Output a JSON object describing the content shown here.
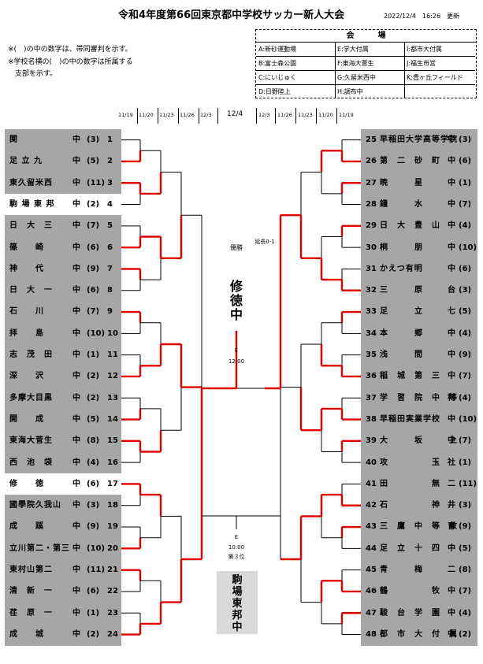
{
  "header": {
    "title": "令和4年度第66回東京都中学校サッカー新人大会",
    "updated": "2022/12/4　16:26　更新"
  },
  "notes": [
    "※(　)の中の数字は、帯同審判を示す。",
    "※学校名横の(　)の中の数字は所属する",
    "　支部を示す。"
  ],
  "venues": {
    "heading": "会　　　場",
    "items": [
      "A:新砂運動場",
      "E:学大付属",
      "I:都市大付属",
      "B:富士森公園",
      "F:東海大菅生",
      "J:福生市営",
      "C:にいじゅく",
      "G:久留米西中",
      "K:豊ヶ丘フィールド",
      "D:日野陸上",
      "H:調布中"
    ]
  },
  "dates": {
    "left": [
      "11/19",
      "11/20",
      "11/23",
      "11/26",
      "12/3"
    ],
    "center": "12/4",
    "right": [
      "12/3",
      "11/26",
      "11/23",
      "11/20",
      "11/19"
    ]
  },
  "left_teams": [
    {
      "no": "1",
      "name": "関",
      "branch": "中",
      "seed": "(3)"
    },
    {
      "no": "2",
      "name": "足 立 九",
      "branch": "中",
      "seed": "(5)"
    },
    {
      "no": "3",
      "name": "東久留米西",
      "branch": "中",
      "seed": "(11)"
    },
    {
      "no": "4",
      "name": "駒 場 東 邦",
      "branch": "中",
      "seed": "(2)"
    },
    {
      "no": "5",
      "name": "日　大　三",
      "branch": "中",
      "seed": "(7)"
    },
    {
      "no": "6",
      "name": "篠　　崎",
      "branch": "中",
      "seed": "(6)"
    },
    {
      "no": "7",
      "name": "神　　代",
      "branch": "中",
      "seed": "(9)"
    },
    {
      "no": "8",
      "name": "日　大　一",
      "branch": "中",
      "seed": "(6)"
    },
    {
      "no": "9",
      "name": "石　　川",
      "branch": "中",
      "seed": "(7)"
    },
    {
      "no": "10",
      "name": "拝　　島",
      "branch": "中",
      "seed": "(10)"
    },
    {
      "no": "11",
      "name": "志　茂　田",
      "branch": "中",
      "seed": "(1)"
    },
    {
      "no": "12",
      "name": "深　　沢",
      "branch": "中",
      "seed": "(2)"
    },
    {
      "no": "13",
      "name": "多摩大目黒",
      "branch": "中",
      "seed": "(2)"
    },
    {
      "no": "14",
      "name": "開　　成",
      "branch": "中",
      "seed": "(5)"
    },
    {
      "no": "15",
      "name": "東海大菅生",
      "branch": "中",
      "seed": "(8)"
    },
    {
      "no": "16",
      "name": "西　池　袋",
      "branch": "中",
      "seed": "(4)"
    },
    {
      "no": "17",
      "name": "修　　徳",
      "branch": "中",
      "seed": "(6)"
    },
    {
      "no": "18",
      "name": "國學院久我山",
      "branch": "中",
      "seed": "(3)"
    },
    {
      "no": "19",
      "name": "成　　蹊",
      "branch": "中",
      "seed": "(9)"
    },
    {
      "no": "20",
      "name": "立川第二・第三",
      "branch": "中",
      "seed": "(10)"
    },
    {
      "no": "21",
      "name": "東村山第二",
      "branch": "中",
      "seed": "(11)"
    },
    {
      "no": "22",
      "name": "清　新　一",
      "branch": "中",
      "seed": "(6)"
    },
    {
      "no": "23",
      "name": "荏　原　一",
      "branch": "中",
      "seed": "(1)"
    },
    {
      "no": "24",
      "name": "成　　城",
      "branch": "中",
      "seed": "(2)"
    }
  ],
  "right_teams": [
    {
      "no": "25",
      "name": "早稲田大学高等学院",
      "branch": "中",
      "seed": "(3)"
    },
    {
      "no": "26",
      "name": "第　二　砂　町",
      "branch": "中",
      "seed": "(6)"
    },
    {
      "no": "27",
      "name": "暁　　　星",
      "branch": "中",
      "seed": "(1)"
    },
    {
      "no": "28",
      "name": "鐘　　　水",
      "branch": "中",
      "seed": "(7)"
    },
    {
      "no": "29",
      "name": "日　大　豊　山",
      "branch": "中",
      "seed": "(4)"
    },
    {
      "no": "30",
      "name": "桐　　　朋",
      "branch": "中",
      "seed": "(10)"
    },
    {
      "no": "31",
      "name": "かえつ有明",
      "branch": "中",
      "seed": "(6)"
    },
    {
      "no": "32",
      "name": "三　　　原",
      "branch": "台",
      "seed": "(3)"
    },
    {
      "no": "33",
      "name": "足　　　立",
      "branch": "七",
      "seed": "(5)"
    },
    {
      "no": "34",
      "name": "本　　　郷",
      "branch": "中",
      "seed": "(4)"
    },
    {
      "no": "35",
      "name": "浅　　　間",
      "branch": "中",
      "seed": "(9)"
    },
    {
      "no": "36",
      "name": "稲　城　第　三",
      "branch": "中",
      "seed": "(7)"
    },
    {
      "no": "37",
      "name": "学　習　院　中　等",
      "branch": "科",
      "seed": "(4)"
    },
    {
      "no": "38",
      "name": "早稲田実業学校",
      "branch": "中",
      "seed": "(10)"
    },
    {
      "no": "39",
      "name": "大　　　坂　　　上",
      "branch": "中",
      "seed": "(7)"
    },
    {
      "no": "40",
      "name": "攻　　　　　玉",
      "branch": "社",
      "seed": "(1)"
    },
    {
      "no": "41",
      "name": "田　　　　　無",
      "branch": "二",
      "seed": "(11)"
    },
    {
      "no": "42",
      "name": "石　　　　　神",
      "branch": "井",
      "seed": "(3)"
    },
    {
      "no": "43",
      "name": "三　鷹　中　等　教",
      "branch": "育",
      "seed": "(9)"
    },
    {
      "no": "44",
      "name": "足　立　十　四",
      "branch": "中",
      "seed": "(5)"
    },
    {
      "no": "45",
      "name": "青　　　梅",
      "branch": "二",
      "seed": "(8)"
    },
    {
      "no": "46",
      "name": "鶴　　　　　牧",
      "branch": "中",
      "seed": "(7)"
    },
    {
      "no": "47",
      "name": "駿　台　学　園",
      "branch": "中",
      "seed": "(4)"
    },
    {
      "no": "48",
      "name": "都　市　大　付　属",
      "branch": "中",
      "seed": "(2)"
    }
  ],
  "center": {
    "champion_label": "優勝",
    "champion": "修徳中",
    "final_venue": "E",
    "final_time": "12:00",
    "third_label": "第３位",
    "third_venue": "E",
    "third_time": "10:00",
    "third": "駒場東邦中",
    "extra_note": "延長0-1"
  },
  "colors": {
    "win_line": "#e00000",
    "panel": "#a6a6a6",
    "third_box": "#d9d9d9"
  }
}
